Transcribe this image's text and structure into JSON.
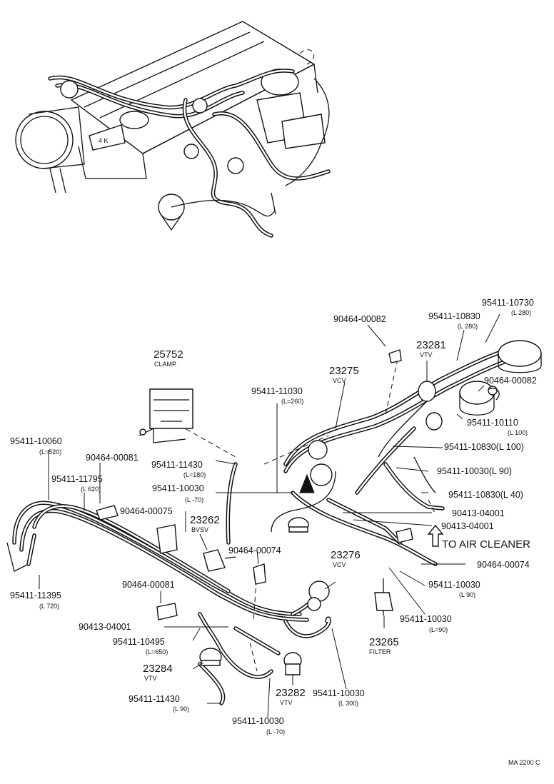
{
  "labels": {
    "p95411_10730": "95411-10730",
    "p95411_10730_len": "(L   280)",
    "p95411_10830_top": "95411-10830",
    "p95411_10830_top_len": "(L   280)",
    "p90464_00082_top": "90464-00082",
    "p23281": "23281",
    "p23281_sub": "VTV",
    "p90464_00082_r": "90464-00082",
    "p23275": "23275",
    "p23275_sub": "VCV",
    "p25752": "25752",
    "p25752_sub": "CLAMP",
    "p95411_11030": "95411-11030",
    "p95411_11030_len": "(L=260)",
    "p95411_10110": "95411-10110",
    "p95411_10110_len": "(L   100)",
    "p95411_10830_mid": "95411-10830(L   100)",
    "p95411_10060": "95411-10060",
    "p95411_10060_len": "(L=520)",
    "p90464_00081_top": "90464-00081",
    "p95411_11430_top": "95411-11430",
    "p95411_11430_top_len": "(L=180)",
    "p95411_10030_a": "95411-10030(L   90)",
    "p95411_11795": "95411-11795",
    "p95411_11795_len": "(L   620)",
    "p95411_10030_b": "95411-10030",
    "p95411_10030_b_len": "(L -70)",
    "p95411_10830_low": "95411-10830(L   40)",
    "p90464_00075": "90464-00075",
    "p90413_04001_r1": "90413-04001",
    "p23262": "23262",
    "p23262_sub": "BVSV",
    "p90413_04001_r2": "90413-04001",
    "to_air_cleaner": "TO AIR CLEANER",
    "p90464_00074_mid": "90464-00074",
    "p90464_00074_r": "90464-00074",
    "p23276": "23276",
    "p23276_sub": "VCV",
    "p95411_11395": "95411-11395",
    "p95411_11395_len": "(L   720)",
    "p95411_10030_c": "95411-10030",
    "p95411_10030_c_len": "(L   90)",
    "p90464_00081_low": "90464-00081",
    "p90413_04001_l": "90413-04001",
    "p95411_10030_d": "95411-10030",
    "p95411_10030_d_len": "(L=90)",
    "p95411_10495": "95411-10495",
    "p95411_10495_len": "(L=650)",
    "p23265": "23265",
    "p23265_sub": "FILTER",
    "p23284": "23284",
    "p23284_sub": "VTV",
    "p23282": "23282",
    "p23282_sub": "VTV",
    "p95411_10030_e": "95411-10030",
    "p95411_10030_e_len": "(L    300)",
    "p95411_11430_low": "95411-11430",
    "p95411_11430_low_len": "(L  90)",
    "p95411_10030_f": "95411-10030",
    "p95411_10030_f_len": "(L -70)",
    "ref_code": "MA 2200 C"
  }
}
